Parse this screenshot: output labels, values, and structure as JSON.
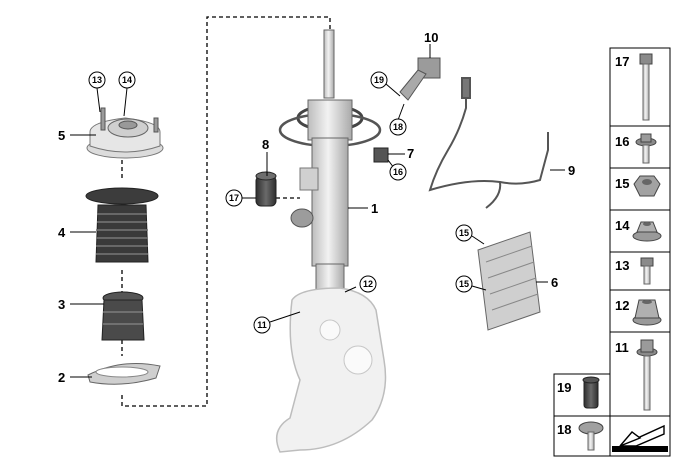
{
  "diagram": {
    "title": "",
    "callouts": {
      "c1": "1",
      "c2": "2",
      "c3": "3",
      "c4": "4",
      "c5": "5",
      "c6": "6",
      "c7": "7",
      "c8": "8",
      "c9": "9",
      "c10": "10",
      "c11": "11",
      "c12": "12",
      "c13": "13",
      "c14": "14",
      "c15a": "15",
      "c15b": "15",
      "c16": "16",
      "c17": "17",
      "c18": "18",
      "c19": "19"
    },
    "sidebar": {
      "s17": "17",
      "s16": "16",
      "s15": "15",
      "s14": "14",
      "s13": "13",
      "s12": "12",
      "s11": "11",
      "s19": "19",
      "s18": "18"
    }
  },
  "colors": {
    "line": "#000000",
    "part_fill": "#e2e2e2",
    "part_stroke": "#7a7a7a",
    "dark_part": "#4a4a4a"
  }
}
